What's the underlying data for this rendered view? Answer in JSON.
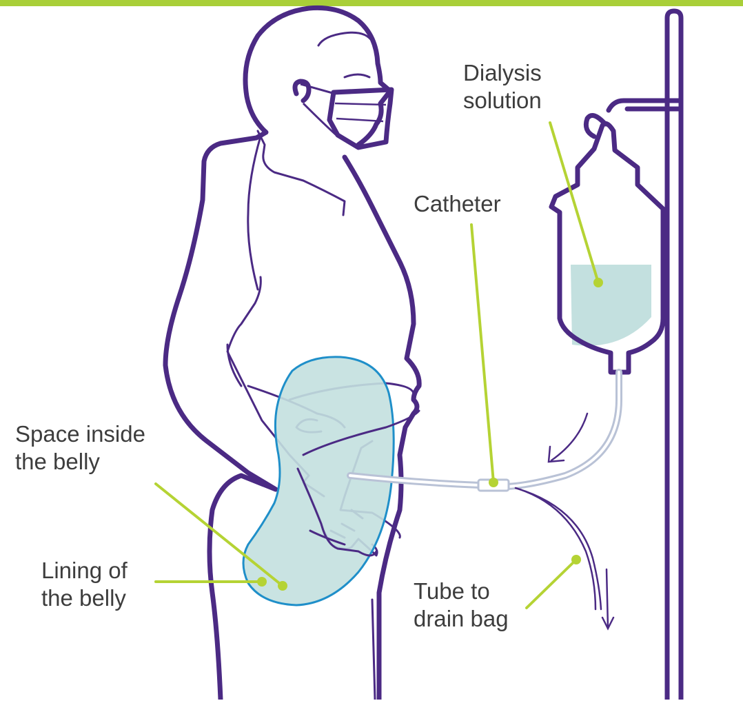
{
  "colors": {
    "outline": "#4b2a84",
    "leader": "#b5d334",
    "fluid": "#c3e0df",
    "belly_outline": "#1f8fc9",
    "tube": "#b9c2d6",
    "top_bar": "#a9cf38",
    "text": "#3d3d3d"
  },
  "labels": {
    "dialysis_solution": [
      "Dialysis",
      "solution"
    ],
    "catheter": [
      "Catheter"
    ],
    "space_inside_belly": [
      "Space inside",
      "the belly"
    ],
    "lining_of_belly": [
      "Lining of",
      "the belly"
    ],
    "tube_to_drain_bag": [
      "Tube to",
      "drain bag"
    ]
  },
  "icons": [
    "patient-figure",
    "face-mask-icon",
    "iv-pole",
    "dialysis-bag",
    "flow-arrow-icon"
  ]
}
